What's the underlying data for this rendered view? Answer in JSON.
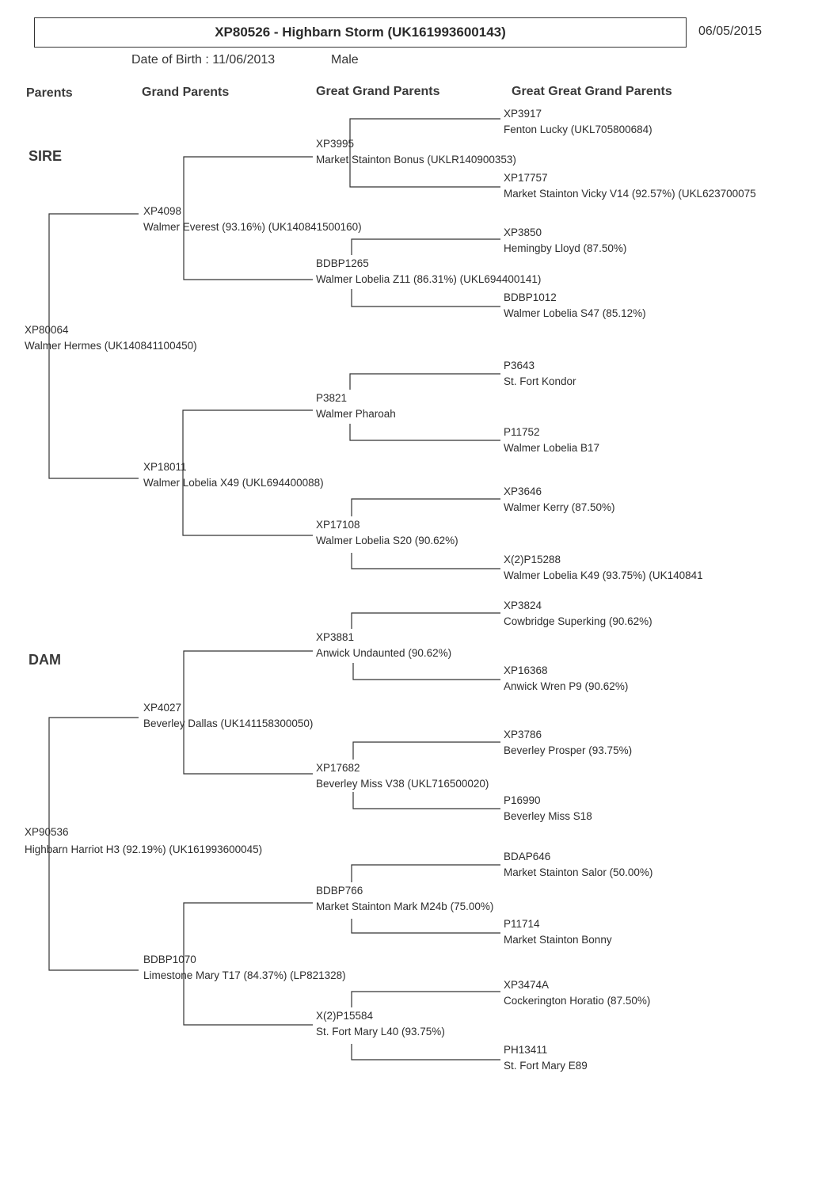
{
  "header": {
    "title": "XP80526 - Highbarn Storm (UK161993600143)",
    "print_date": "06/05/2015",
    "date_of_birth": "Date of Birth : 11/06/2013",
    "sex": "Male"
  },
  "columns": [
    "Parents",
    "Grand Parents",
    "Great Grand Parents",
    "Great Great Grand Parents"
  ],
  "sections": {
    "sire": "SIRE",
    "dam": "DAM"
  },
  "pedigree": {
    "parents": [
      {
        "reg": "XP80064",
        "name": "Walmer Hermes  (UK140841100450)"
      },
      {
        "reg": "XP90536",
        "name": "Highbarn Harriot H3  (92.19%)  (UK161993600045)"
      }
    ],
    "grand_parents": [
      {
        "reg": "XP4098",
        "name": "Walmer Everest  (93.16%)  (UK140841500160)"
      },
      {
        "reg": "XP18011",
        "name": "Walmer Lobelia X49  (UKL694400088)"
      },
      {
        "reg": "XP4027",
        "name": "Beverley Dallas  (UK141158300050)"
      },
      {
        "reg": "BDBP1070",
        "name": "Limestone Mary T17  (84.37%)  (LP821328)"
      }
    ],
    "great_grand_parents": [
      {
        "reg": "XP3995",
        "name": "Market Stainton Bonus  (UKLR140900353)"
      },
      {
        "reg": "BDBP1265",
        "name": "Walmer Lobelia Z11  (86.31%)  (UKL694400141)"
      },
      {
        "reg": "P3821",
        "name": "Walmer Pharoah"
      },
      {
        "reg": "XP17108",
        "name": "Walmer Lobelia S20  (90.62%)"
      },
      {
        "reg": "XP3881",
        "name": "Anwick Undaunted  (90.62%)"
      },
      {
        "reg": "XP17682",
        "name": "Beverley Miss V38  (UKL716500020)"
      },
      {
        "reg": "BDBP766",
        "name": "Market Stainton Mark M24b  (75.00%)"
      },
      {
        "reg": "X(2)P15584",
        "name": "St. Fort Mary L40  (93.75%)"
      }
    ],
    "great_great_grand_parents": [
      {
        "reg": "XP3917",
        "name": "Fenton Lucky  (UKL705800684)"
      },
      {
        "reg": "XP17757",
        "name": "Market Stainton Vicky V14  (92.57%)  (UKL623700075"
      },
      {
        "reg": "XP3850",
        "name": "Hemingby Lloyd  (87.50%)"
      },
      {
        "reg": "BDBP1012",
        "name": "Walmer Lobelia S47  (85.12%)"
      },
      {
        "reg": "P3643",
        "name": "St. Fort Kondor"
      },
      {
        "reg": "P11752",
        "name": "Walmer Lobelia B17"
      },
      {
        "reg": "XP3646",
        "name": "Walmer Kerry  (87.50%)"
      },
      {
        "reg": "X(2)P15288",
        "name": "Walmer Lobelia K49  (93.75%)  (UK140841"
      },
      {
        "reg": "XP3824",
        "name": "Cowbridge Superking  (90.62%)"
      },
      {
        "reg": "XP16368",
        "name": "Anwick Wren P9  (90.62%)"
      },
      {
        "reg": "XP3786",
        "name": "Beverley Prosper  (93.75%)"
      },
      {
        "reg": "P16990",
        "name": "Beverley Miss S18"
      },
      {
        "reg": "BDAP646",
        "name": "Market Stainton Salor  (50.00%)"
      },
      {
        "reg": "P11714",
        "name": "Market Stainton Bonny"
      },
      {
        "reg": "XP3474A",
        "name": "Cockerington Horatio  (87.50%)"
      },
      {
        "reg": "PH13411",
        "name": "St. Fort Mary E89"
      }
    ]
  }
}
